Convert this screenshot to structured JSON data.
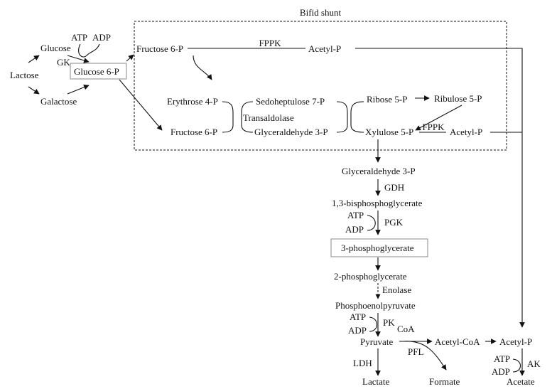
{
  "title": "Bifid shunt",
  "inputs": {
    "lactose": "Lactose",
    "glucose": "Glucose",
    "galactose": "Galactose",
    "atp": "ATP",
    "adp": "ADP",
    "gk": "GK",
    "glucose6p": "Glucose 6-P"
  },
  "shunt": {
    "fructose6p_top": "Fructose 6-P",
    "fppk_top": "FPPK",
    "acetylp_top": "Acetyl-P",
    "erythrose4p": "Erythrose 4-P",
    "sedoheptulose7p": "Sedoheptulose 7-P",
    "transaldolase": "Transaldolase",
    "ribose5p": "Ribose 5-P",
    "ribulose5p": "Ribulose 5-P",
    "fructose6p_bottom": "Fructose 6-P",
    "glyceraldehyde3p_shunt": "Glyceraldehyde 3-P",
    "xylulose5p": "Xylulose 5-P",
    "fppk_bottom": "FPPK",
    "acetylp_bottom": "Acetyl-P"
  },
  "glycolysis": {
    "glyceraldehyde3p": "Glyceraldehyde 3-P",
    "gdh": "GDH",
    "bpg": "1,3-bisphosphoglycerate",
    "atp1": "ATP",
    "adp1": "ADP",
    "pgk": "PGK",
    "pg3": "3-phosphoglycerate",
    "pg2": "2-phosphoglycerate",
    "enolase": "Enolase",
    "pep": "Phosphoenolpyruvate",
    "atp2": "ATP",
    "adp2": "ADP",
    "pk": "PK",
    "coa": "CoA",
    "pyruvate": "Pyruvate",
    "acetylcoa": "Acetyl-CoA",
    "acetylp_end": "Acetyl-P",
    "pfl": "PFL",
    "ldh": "LDH",
    "atp3": "ATP",
    "adp3": "ADP",
    "ak": "AK",
    "lactate": "Lactate",
    "formate": "Formate",
    "acetate": "Acetate"
  }
}
